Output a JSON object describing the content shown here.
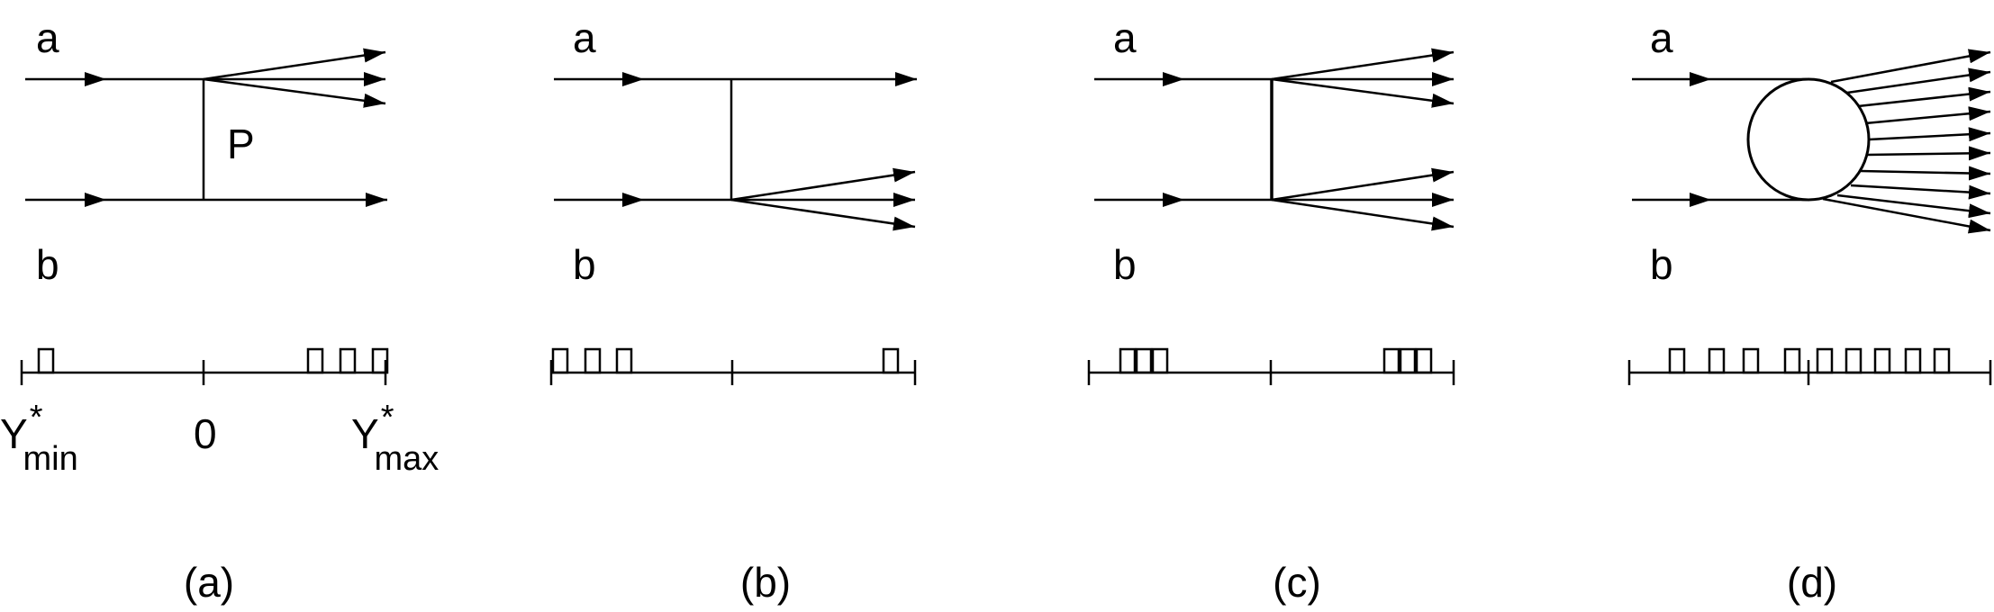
{
  "panels": [
    {
      "id": "a",
      "label_top": "a",
      "label_bottom": "b",
      "exchange_label": "P",
      "caption": "(a)",
      "axis": {
        "min_label": "Y",
        "min_sup": "*",
        "min_sub": "min",
        "center_label": "0",
        "max_label": "Y",
        "max_sup": "*",
        "max_sub": "max"
      }
    },
    {
      "id": "b",
      "label_top": "a",
      "label_bottom": "b",
      "caption": "(b)"
    },
    {
      "id": "c",
      "label_top": "a",
      "label_bottom": "b",
      "caption": "(c)"
    },
    {
      "id": "d",
      "label_top": "a",
      "label_bottom": "b",
      "caption": "(d)"
    }
  ]
}
